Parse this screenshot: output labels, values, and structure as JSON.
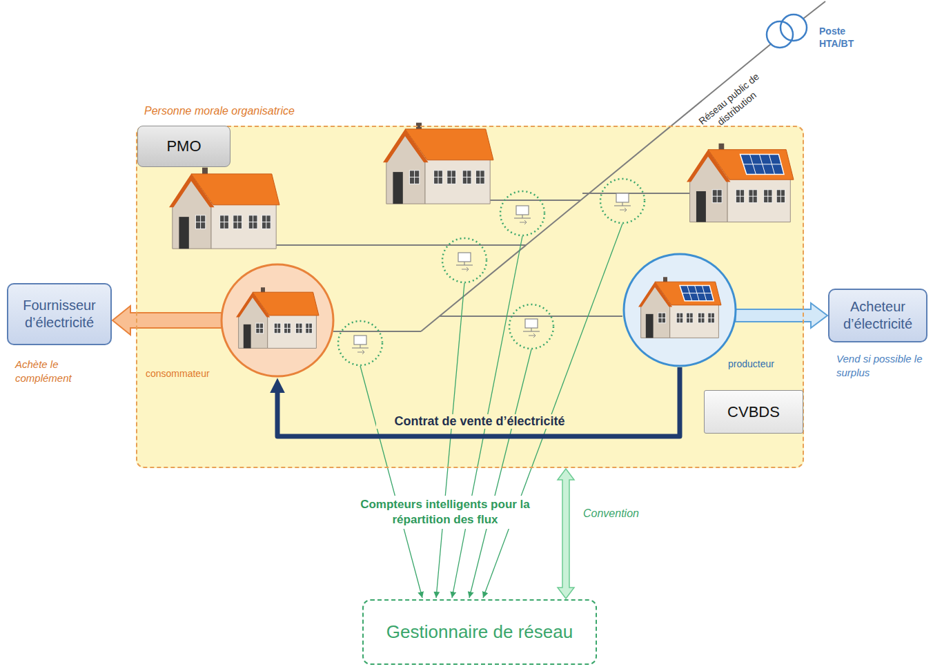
{
  "diagram": {
    "nodes": [
      {
        "text": [
          "Personne morale organisatrice"
        ]
      },
      {
        "text": [
          "PMO"
        ],
        "in": 0
      },
      {
        "text": [
          "consommateur"
        ],
        "in": 0
      },
      {
        "text": [
          "producteur"
        ],
        "in": 0
      },
      {
        "text": [
          "CVBDS"
        ],
        "in": 0
      },
      {
        "text": [
          "Fournisseur d’électricité"
        ]
      },
      {
        "text": [
          "Acheteur d’électricité"
        ]
      },
      {
        "text": [
          "Gestionnaire de réseau"
        ]
      }
    ],
    "edges": [
      {
        "from": 2,
        "to": 5,
        "arrow": "to"
      },
      {
        "from": 3,
        "to": 6,
        "arrow": "to"
      },
      {
        "from": 3,
        "to": 2,
        "label": "Contrat de vente d’électricité",
        "arrow": "to"
      },
      {
        "from": 0,
        "to": 7,
        "label": "Convention",
        "arrow": "both"
      }
    ],
    "labels": [
      "Réseau public de distribution",
      "Poste HTA/BT",
      "Achète le complément",
      "Vend si possible le surplus",
      "Compteurs intelligents pour la répartition des flux"
    ]
  }
}
